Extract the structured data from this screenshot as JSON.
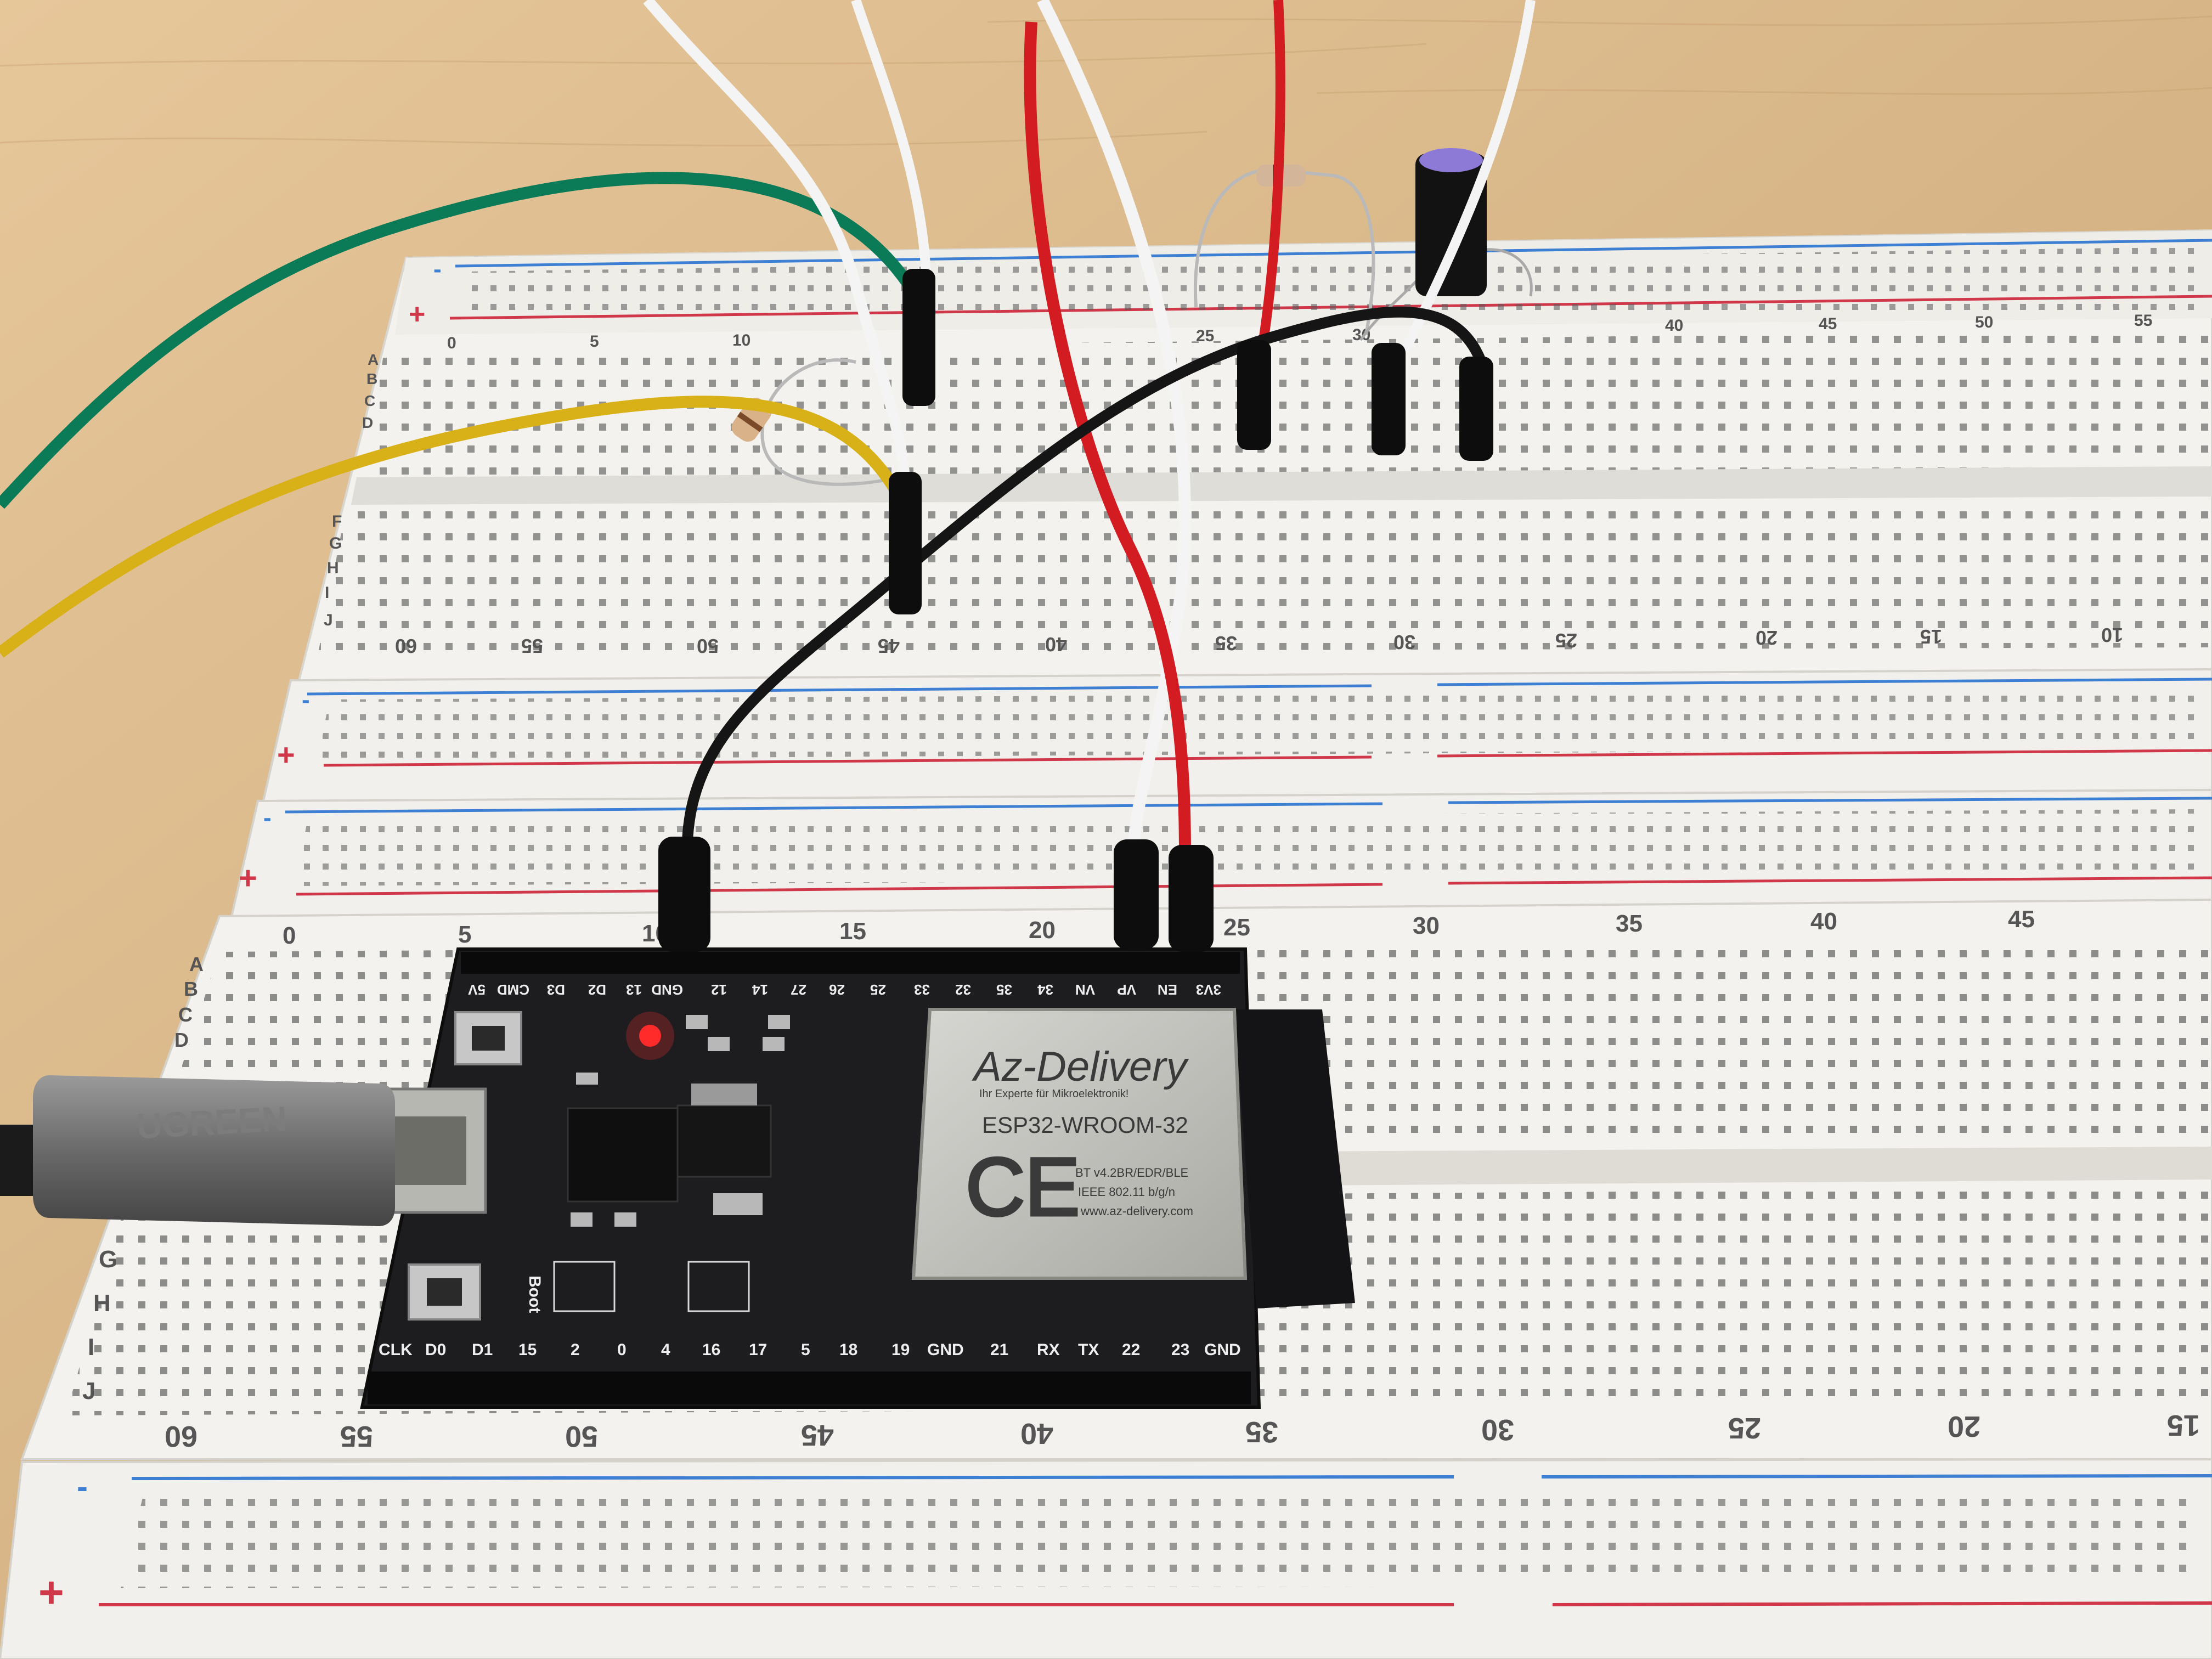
{
  "colors": {
    "table": "#d9b98a",
    "breadboard": "#f1f0ec",
    "rail_red": "#d0384a",
    "rail_blue": "#3d7fd2",
    "wire_green": "#0b7a57",
    "wire_yellow": "#d8b018",
    "wire_white": "#f4f4f4",
    "wire_red": "#d21c22",
    "wire_black": "#151515",
    "pcb": "#1d1d1f"
  },
  "rail_markers": {
    "minus": "-",
    "plus": "+"
  },
  "upper_board": {
    "top_numbers": [
      "0",
      "5",
      "10",
      "25",
      "30",
      "40",
      "45",
      "50",
      "55"
    ],
    "rows_abcde": [
      "A",
      "B",
      "C",
      "D"
    ],
    "rows_fghij": [
      "F",
      "G",
      "H",
      "I",
      "J"
    ],
    "bottom_numbers": [
      "60",
      "55",
      "50",
      "45",
      "40",
      "35",
      "30",
      "25",
      "20",
      "15",
      "10"
    ]
  },
  "lower_board": {
    "top_numbers": [
      "0",
      "5",
      "10",
      "15",
      "20",
      "25",
      "30",
      "35",
      "40",
      "45"
    ],
    "rows_top": [
      "A",
      "B",
      "C",
      "D"
    ],
    "rows_bottom": [
      "G",
      "H",
      "I",
      "J"
    ],
    "bottom_numbers": [
      "60",
      "55",
      "50",
      "45",
      "40",
      "35",
      "30",
      "25",
      "20",
      "15"
    ]
  },
  "esp32": {
    "top_pins": [
      "5V",
      "CMD",
      "D3",
      "D2",
      "13",
      "GND",
      "12",
      "14",
      "27",
      "26",
      "25",
      "33",
      "32",
      "35",
      "34",
      "VN",
      "VP",
      "EN",
      "3V3"
    ],
    "bottom_pins": [
      "CLK",
      "D0",
      "D1",
      "15",
      "2",
      "0",
      "4",
      "16",
      "17",
      "5",
      "18",
      "19",
      "GND",
      "21",
      "RX",
      "TX",
      "22",
      "23",
      "GND"
    ],
    "boot_label": "Boot",
    "module": {
      "brand": "Az-Delivery",
      "tagline": "Ihr Experte für Mikroelektronik!",
      "model": "ESP32-WROOM-32",
      "ce_mark": "CE",
      "spec_lines": [
        "BT v4.2BR/EDR/BLE",
        "IEEE 802.11 b/g/n",
        "www.az-delivery.com"
      ]
    }
  },
  "usb_cable_brand": "UGREEN"
}
